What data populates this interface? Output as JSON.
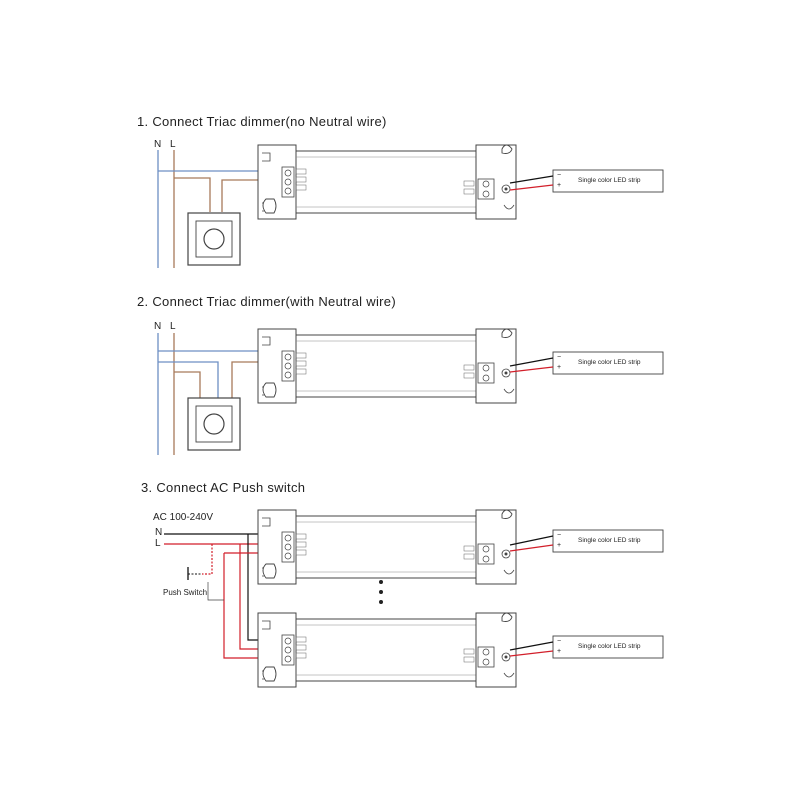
{
  "sections": [
    {
      "title": "1. Connect Triac dimmer(no Neutral wire)",
      "n_label": "N",
      "l_label": "L",
      "strip_label": "Single color LED strip",
      "minus": "−",
      "plus": "+"
    },
    {
      "title": "2. Connect Triac dimmer(with Neutral wire)",
      "n_label": "N",
      "l_label": "L",
      "strip_label": "Single color LED strip",
      "minus": "−",
      "plus": "+"
    },
    {
      "title": "3. Connect AC Push switch",
      "voltage_label": "AC 100-240V",
      "n_label": "N",
      "l_label": "L",
      "push_switch_label": "Push Switch",
      "strips": [
        {
          "label": "Single color LED strip",
          "minus": "−",
          "plus": "+"
        },
        {
          "label": "Single color LED strip",
          "minus": "−",
          "plus": "+"
        }
      ]
    }
  ],
  "colors": {
    "neutral": "#6d8fc4",
    "live": "#a87a5a",
    "red": "#d21f2a",
    "black": "#111111",
    "outline": "#444444"
  }
}
